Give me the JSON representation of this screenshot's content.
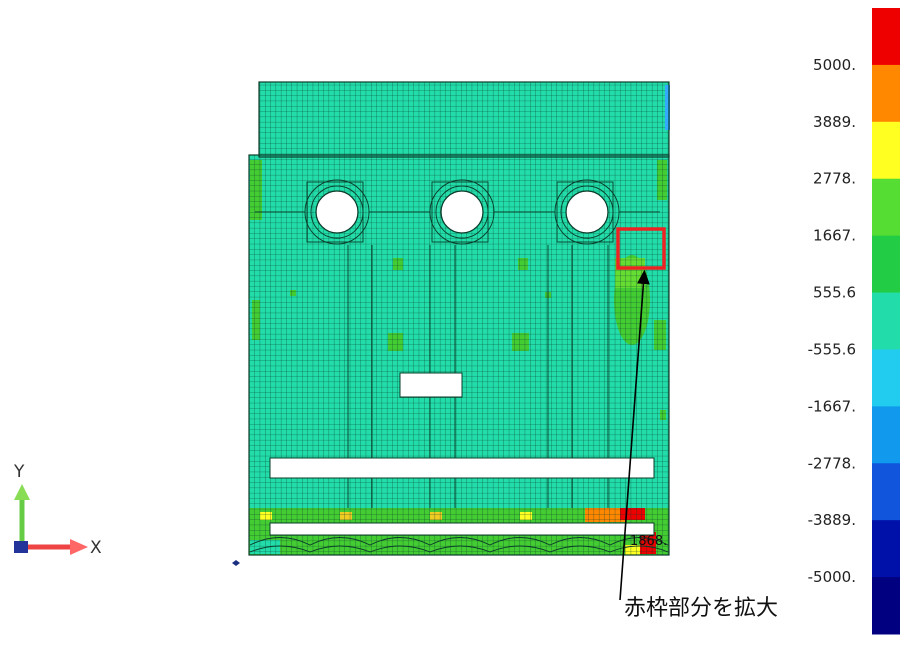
{
  "legend": {
    "labels": [
      "5000.",
      "3889.",
      "2778.",
      "1667.",
      "555.6",
      "-555.6",
      "-1667.",
      "-2778.",
      "-3889.",
      "-5000."
    ],
    "colors": [
      "#ee0000",
      "#ff8800",
      "#ffff22",
      "#55dd33",
      "#22cc44",
      "#22ddaa",
      "#22ccee",
      "#1199ee",
      "#1155dd",
      "#0011aa",
      "#000080"
    ]
  },
  "axes": {
    "x_label": "X",
    "y_label": "Y"
  },
  "annotation": {
    "text": "赤枠部分を拡大"
  },
  "peak_label": "1868."
}
